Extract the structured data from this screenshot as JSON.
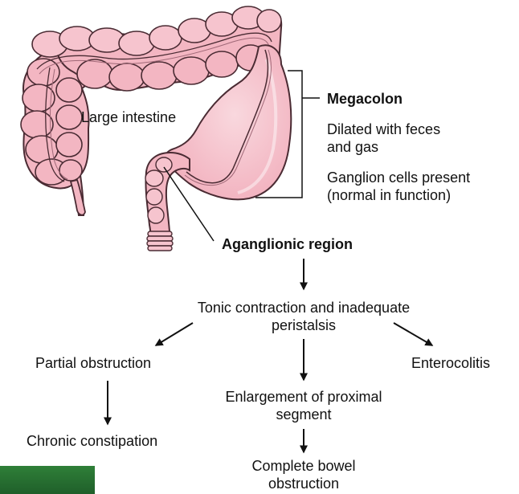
{
  "labels": {
    "large_intestine": "Large intestine",
    "megacolon_title": "Megacolon",
    "megacolon_desc1": "Dilated with feces\nand gas",
    "megacolon_desc2": "Ganglion cells present\n(normal in function)",
    "aganglionic_region": "Aganglionic region",
    "tonic_contraction": "Tonic contraction and inadequate\nperistalsis",
    "partial_obstruction": "Partial obstruction",
    "enterocolitis": "Enterocolitis",
    "enlargement": "Enlargement of proximal\nsegment",
    "chronic_constipation": "Chronic constipation",
    "complete_obstruction": "Complete bowel\nobstruction"
  },
  "colors": {
    "intestine_fill": "#f3b6c2",
    "intestine_stroke": "#4a2b33",
    "intestine_highlight": "#f8d6dd",
    "arrow": "#111111",
    "corner_patch": "#2f7f38"
  }
}
